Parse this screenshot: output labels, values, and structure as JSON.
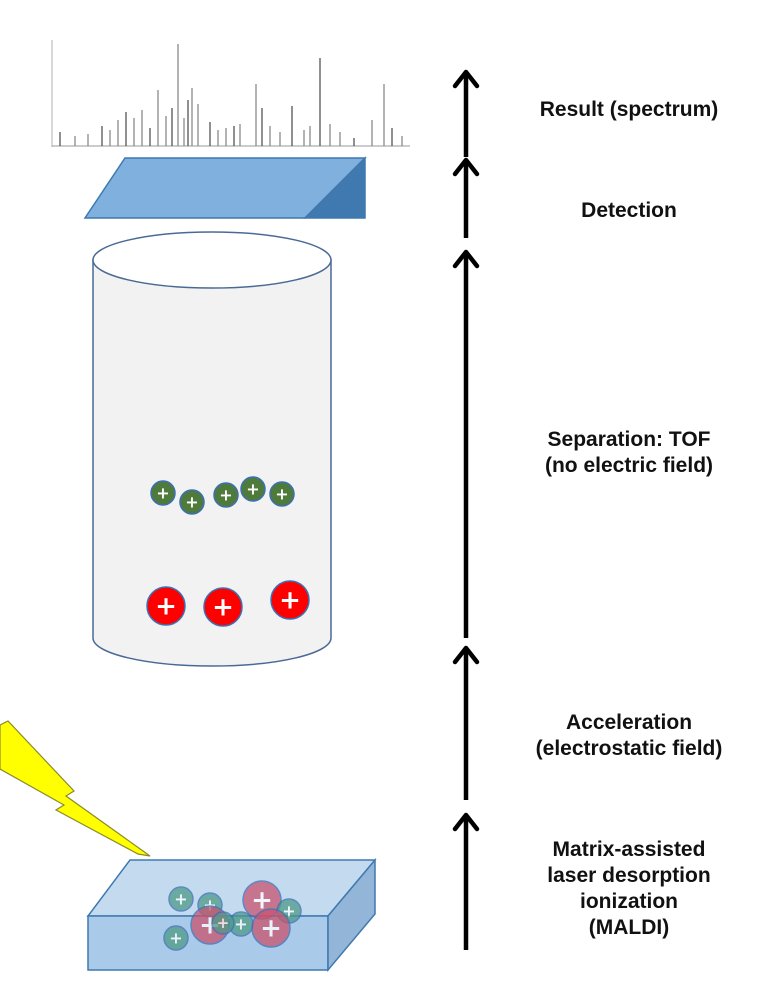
{
  "stages": [
    {
      "id": "result",
      "lines": [
        "Result (spectrum)"
      ]
    },
    {
      "id": "detection",
      "lines": [
        "Detection"
      ]
    },
    {
      "id": "separation",
      "lines": [
        "Separation: TOF",
        "(no electric field)"
      ]
    },
    {
      "id": "acceleration",
      "lines": [
        "Acceleration",
        "(electrostatic field)"
      ]
    },
    {
      "id": "ionization",
      "lines": [
        "Matrix-assisted",
        "laser desorption",
        "ionization",
        "(MALDI)"
      ]
    }
  ],
  "ion_symbol": "+",
  "colors": {
    "heavy_ion": "#ff0000",
    "light_ion": "#4e7a3c",
    "ion_outline": "#3c6fb5",
    "detector_top": "#7fb0de",
    "detector_side": "#3f79b0",
    "tube_fill": "#f2f2f2",
    "tube_stroke": "#4a6a95",
    "laser": "#ffff00",
    "sample_top": "#c4dbef",
    "sample_front": "#a9cae8",
    "sample_side": "#93b6d8",
    "arrow": "#000000"
  },
  "icons": {
    "laser": "lightning-bolt-icon",
    "ion": "plus-circle-icon"
  }
}
